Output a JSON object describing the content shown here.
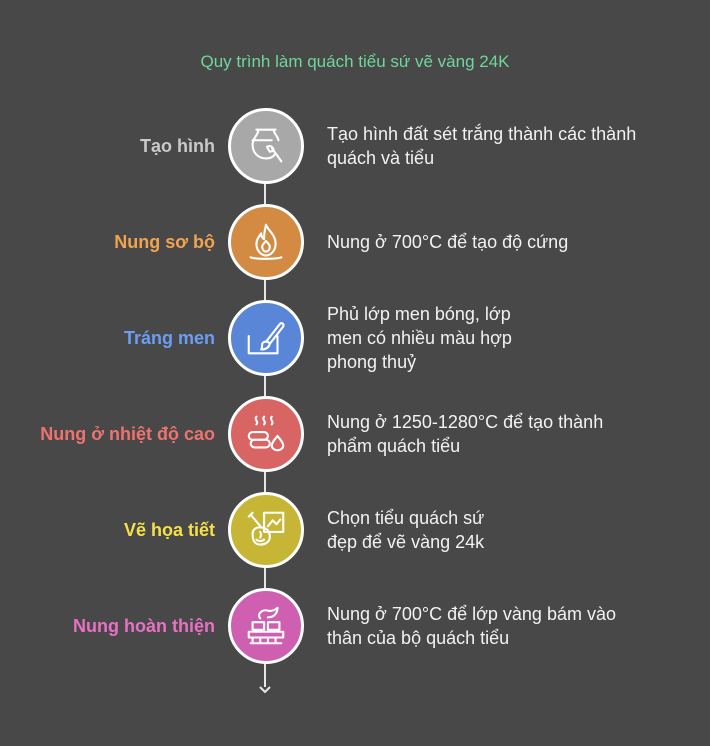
{
  "title": "Quy trình làm quách tiểu sứ vẽ vàng 24K",
  "steps": [
    {
      "label": "Tạo hình",
      "description": "Tạo hình đất sét trắng thành các thành\nquách và tiểu",
      "color": "#b0b0b0",
      "icon": "vase-icon"
    },
    {
      "label": "Nung sơ bộ",
      "description": "Nung ở 700°C để tạo độ cứng",
      "color": "#f0a44f",
      "icon": "flame-icon"
    },
    {
      "label": "Tráng men",
      "description": "Phủ lớp men bóng, lớp\nmen có nhiều màu hợp\nphong thuỷ",
      "color": "#6b9ef2",
      "icon": "glaze-brush-icon"
    },
    {
      "label": "Nung ở nhiệt độ cao",
      "description": "Nung ở 1250-1280°C để tạo thành\nphẩm quách tiểu",
      "color": "#ec7370",
      "icon": "high-heat-icon"
    },
    {
      "label": "Vẽ họa tiết",
      "description": "Chọn tiểu quách sứ\nđẹp để vẽ vàng 24k",
      "color": "#f5e04a",
      "icon": "paint-pattern-icon"
    },
    {
      "label": "Nung hoàn thiện",
      "description": "Nung ở 700°C để lớp vàng bám vào\nthân của bộ quách tiểu",
      "color": "#e771c4",
      "icon": "kiln-tray-icon"
    }
  ]
}
